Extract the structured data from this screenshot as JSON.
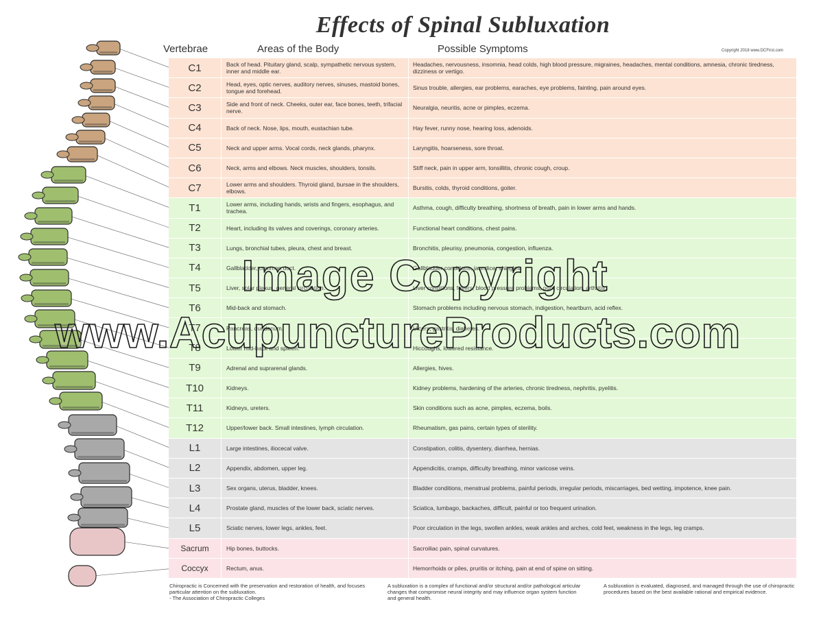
{
  "title": "Effects of Spinal Subluxation",
  "headers": {
    "vertebrae": "Vertebrae",
    "areas": "Areas of the Body",
    "symptoms": "Possible Symptoms"
  },
  "copyright": "Copyright 2018 www.DCFirst.com",
  "rows": [
    {
      "v": "C1",
      "group": "cervical",
      "area": "Back of head. Pituitary gland, scalp, sympathetic nervous system, inner and middle ear.",
      "symptoms": "Headaches, nervousness, insomnia, head colds, high blood pressure, migraines, headaches, mental conditions, amnesia, chronic tiredness, dizziness or vertigo."
    },
    {
      "v": "C2",
      "group": "cervical",
      "area": "Head, eyes, optic nerves, auditory nerves, sinuses, mastoid bones, tongue and forehead.",
      "symptoms": "Sinus trouble, allergies, ear problems, earaches, eye problems, fainting, pain around eyes."
    },
    {
      "v": "C3",
      "group": "cervical",
      "area": "Side and front of neck. Cheeks, outer ear, face bones, teeth, trifacial nerve.",
      "symptoms": "Neuralgia, neuritis, acne or pimples, eczema."
    },
    {
      "v": "C4",
      "group": "cervical",
      "area": "Back of neck. Nose, lips, mouth, eustachian tube.",
      "symptoms": "Hay fever, runny nose, hearing loss, adenoids."
    },
    {
      "v": "C5",
      "group": "cervical",
      "area": "Neck and upper arms. Vocal cords, neck glands, pharynx.",
      "symptoms": "Laryngitis, hoarseness, sore throat."
    },
    {
      "v": "C6",
      "group": "cervical",
      "area": "Neck, arms and elbows. Neck muscles, shoulders, tonsils.",
      "symptoms": "Stiff neck, pain in upper arm, tonsillitis, chronic cough, croup."
    },
    {
      "v": "C7",
      "group": "cervical",
      "area": "Lower arms and shoulders. Thyroid gland, bursae in the shoulders, elbows.",
      "symptoms": "Bursitis, colds, thyroid conditions, goiter."
    },
    {
      "v": "T1",
      "group": "thoracic",
      "area": "Lower arms, including hands, wrists and fingers, esophagus, and trachea.",
      "symptoms": "Asthma, cough, difficulty breathing, shortness of breath, pain in lower arms and hands."
    },
    {
      "v": "T2",
      "group": "thoracic",
      "area": "Heart, including its valves and coverings, coronary arteries.",
      "symptoms": "Functional heart conditions, chest pains."
    },
    {
      "v": "T3",
      "group": "thoracic",
      "area": "Lungs, bronchial tubes, pleura, chest and breast.",
      "symptoms": "Bronchitis, pleurisy, pneumonia, congestion, influenza."
    },
    {
      "v": "T4",
      "group": "thoracic",
      "area": "Gallbladder, common duct.",
      "symptoms": "Gallbladder conditions, jaundice, shingles."
    },
    {
      "v": "T5",
      "group": "thoracic",
      "area": "Liver, solar plexus, general circulation.",
      "symptoms": "Liver conditions, fevers, blood pressure problems, poor circulation, arthritis."
    },
    {
      "v": "T6",
      "group": "thoracic",
      "area": "Mid-back and stomach.",
      "symptoms": "Stomach problems including nervous stomach, indigestion, heartburn, acid reflex."
    },
    {
      "v": "T7",
      "group": "thoracic",
      "area": "Pancreas, duodenum.",
      "symptoms": "Ulcers, gastritis, diabetes."
    },
    {
      "v": "T8",
      "group": "thoracic",
      "area": "Lower mid-back and spleen.",
      "symptoms": "Hiccoughs, lowered resistance."
    },
    {
      "v": "T9",
      "group": "thoracic",
      "area": "Adrenal and suprarenal glands.",
      "symptoms": "Allergies, hives."
    },
    {
      "v": "T10",
      "group": "thoracic",
      "area": "Kidneys.",
      "symptoms": "Kidney problems, hardening of the arteries, chronic tiredness, nephritis, pyelitis."
    },
    {
      "v": "T11",
      "group": "thoracic",
      "area": "Kidneys, ureters.",
      "symptoms": "Skin conditions such as acne, pimples, eczema, boils."
    },
    {
      "v": "T12",
      "group": "thoracic",
      "area": "Upper/lower back. Small intestines, lymph circulation.",
      "symptoms": "Rheumatism, gas pains, certain types of sterility."
    },
    {
      "v": "L1",
      "group": "lumbar",
      "area": "Large intestines, iliocecal valve.",
      "symptoms": "Constipation, colitis, dysentery, diarrhea, hernias."
    },
    {
      "v": "L2",
      "group": "lumbar",
      "area": "Appendix, abdomen, upper leg.",
      "symptoms": "Appendicitis, cramps, difficulty breathing, minor varicose veins."
    },
    {
      "v": "L3",
      "group": "lumbar",
      "area": "Sex organs, uterus, bladder, knees.",
      "symptoms": "Bladder conditions, menstrual problems, painful periods, irregular periods, miscarriages, bed wetting, impotence, knee pain."
    },
    {
      "v": "L4",
      "group": "lumbar",
      "area": "Prostate gland, muscles of the lower back, sciatic nerves.",
      "symptoms": "Sciatica, lumbago, backaches, difficult, painful or too frequent urination."
    },
    {
      "v": "L5",
      "group": "lumbar",
      "area": "Sciatic nerves, lower legs, ankles, feet.",
      "symptoms": "Poor circulation in the legs, swollen ankles, weak ankles and arches, cold feet, weakness in the legs, leg cramps."
    },
    {
      "v": "Sacrum",
      "group": "sacral",
      "area": "Hip bones, buttocks.",
      "symptoms": "Sacroiliac pain, spinal curvatures."
    },
    {
      "v": "Coccyx",
      "group": "sacral",
      "area": "Rectum, anus.",
      "symptoms": "Hemorrhoids or piles, pruritis or itching, pain at end of spine on sitting."
    }
  ],
  "footer": {
    "col1": "Chiropractic is Concerned with the preservation and restoration of health, and focuses particular attention on the subluxation.\n- The Association of Chiropractic Colleges",
    "col2": "A subluxation is a complex of functional and/or structural and/or pathological articular changes that compromise neural integrity and may influence organ system function and general health.",
    "col3": "A subluxation is evaluated, diagnosed, and managed through the use of chiropractic procedures based on the best available rational and empirical evidence."
  },
  "watermark": {
    "line1": "Image Copyright",
    "line2": "www.AcupunctureProducts.com"
  },
  "colors": {
    "cervical_row": "#fde3d3",
    "thoracic_row": "#e3f8d6",
    "lumbar_row": "#e4e4e4",
    "sacral_row": "#fbe3e7",
    "cervical_bone": "#c9a47e",
    "thoracic_bone": "#9fbf6f",
    "lumbar_bone": "#a9a9a9",
    "sacral_bone": "#e8c6c8"
  }
}
